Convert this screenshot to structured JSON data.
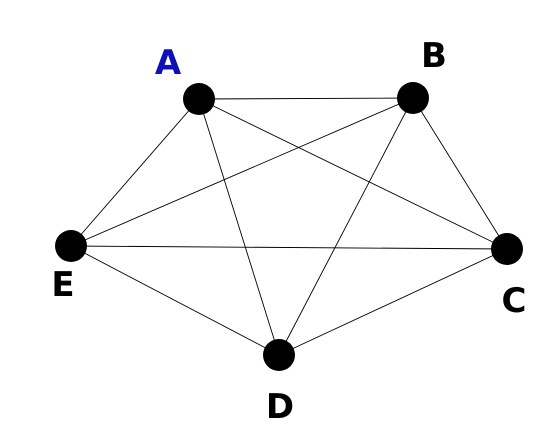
{
  "diagram": {
    "type": "complete-graph",
    "nodes": [
      {
        "id": "A",
        "label": "A",
        "color": "#1010b8"
      },
      {
        "id": "B",
        "label": "B",
        "color": "#000000"
      },
      {
        "id": "C",
        "label": "C",
        "color": "#000000"
      },
      {
        "id": "D",
        "label": "D",
        "color": "#000000"
      },
      {
        "id": "E",
        "label": "E",
        "color": "#000000"
      }
    ],
    "edges": [
      [
        "A",
        "B"
      ],
      [
        "A",
        "C"
      ],
      [
        "A",
        "D"
      ],
      [
        "A",
        "E"
      ],
      [
        "B",
        "C"
      ],
      [
        "B",
        "D"
      ],
      [
        "B",
        "E"
      ],
      [
        "C",
        "D"
      ],
      [
        "C",
        "E"
      ],
      [
        "D",
        "E"
      ]
    ],
    "node_fill": "#000000",
    "edge_color": "#000000"
  }
}
